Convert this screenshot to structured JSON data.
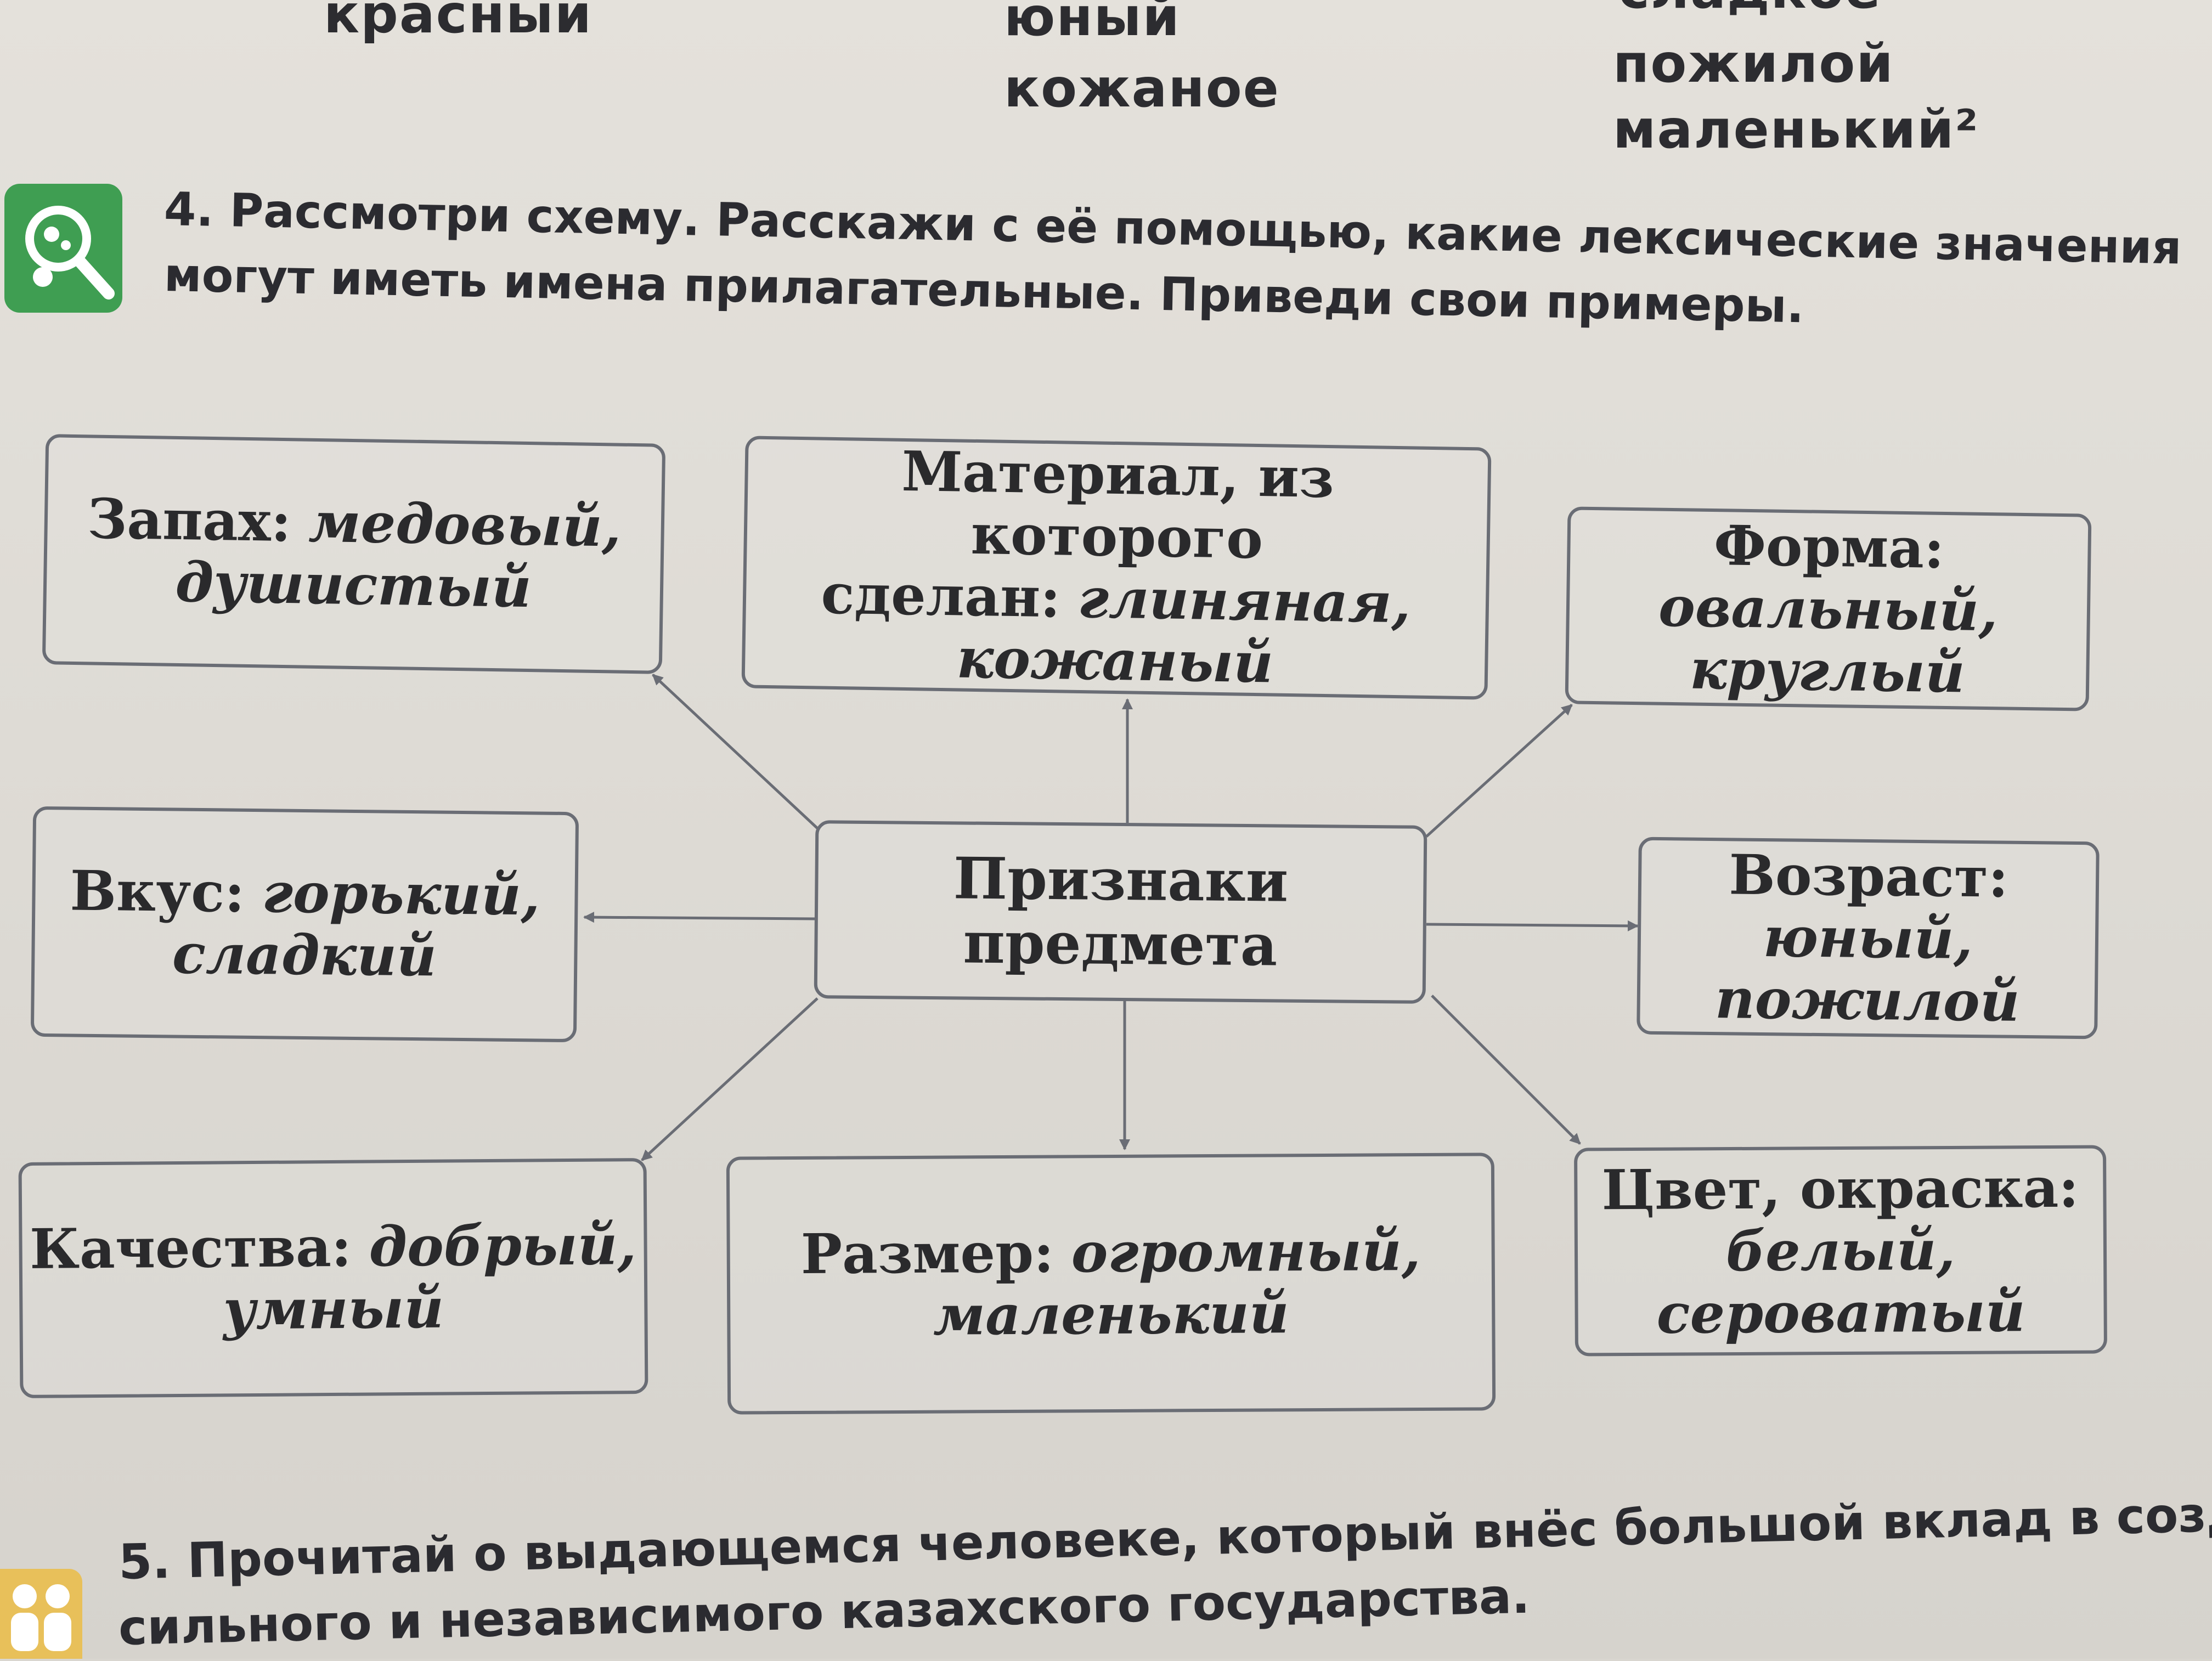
{
  "previous_exercise": {
    "words": [
      "красный",
      "юный",
      "кожаное",
      "сладкое",
      "пожилой",
      "маленький²"
    ]
  },
  "task4": {
    "text_lines": [
      "4. Рассмотри схему. Расскажи с её помощью, какие лексические значения",
      "могут иметь имена прилагательные. Приведи свои примеры."
    ],
    "icon": "magnifier-icon"
  },
  "scheme": {
    "center": "Признаки предмета",
    "smell": {
      "head": "Запах:",
      "examples": "медовый, душистый"
    },
    "material": {
      "head": "Материал, из которого сделан:",
      "examples": "глиняная, кожаный"
    },
    "shape": {
      "head": "Форма:",
      "examples": "овальный, круглый"
    },
    "taste": {
      "head": "Вкус:",
      "examples": "горький, сладкий"
    },
    "age": {
      "head": "Возраст:",
      "examples": "юный, пожилой"
    },
    "qualities": {
      "head": "Качества:",
      "examples": "добрый, умный"
    },
    "size": {
      "head": "Размер:",
      "examples": "огромный, маленький"
    },
    "color": {
      "head": "Цвет, окраска:",
      "examples": "белый, сероватый"
    }
  },
  "task5": {
    "text_lines": [
      "5. Прочитай о выдающемся человеке, который внёс большой вклад в создание",
      "сильного и независимого казахского государства."
    ],
    "icon": "people-icon"
  }
}
